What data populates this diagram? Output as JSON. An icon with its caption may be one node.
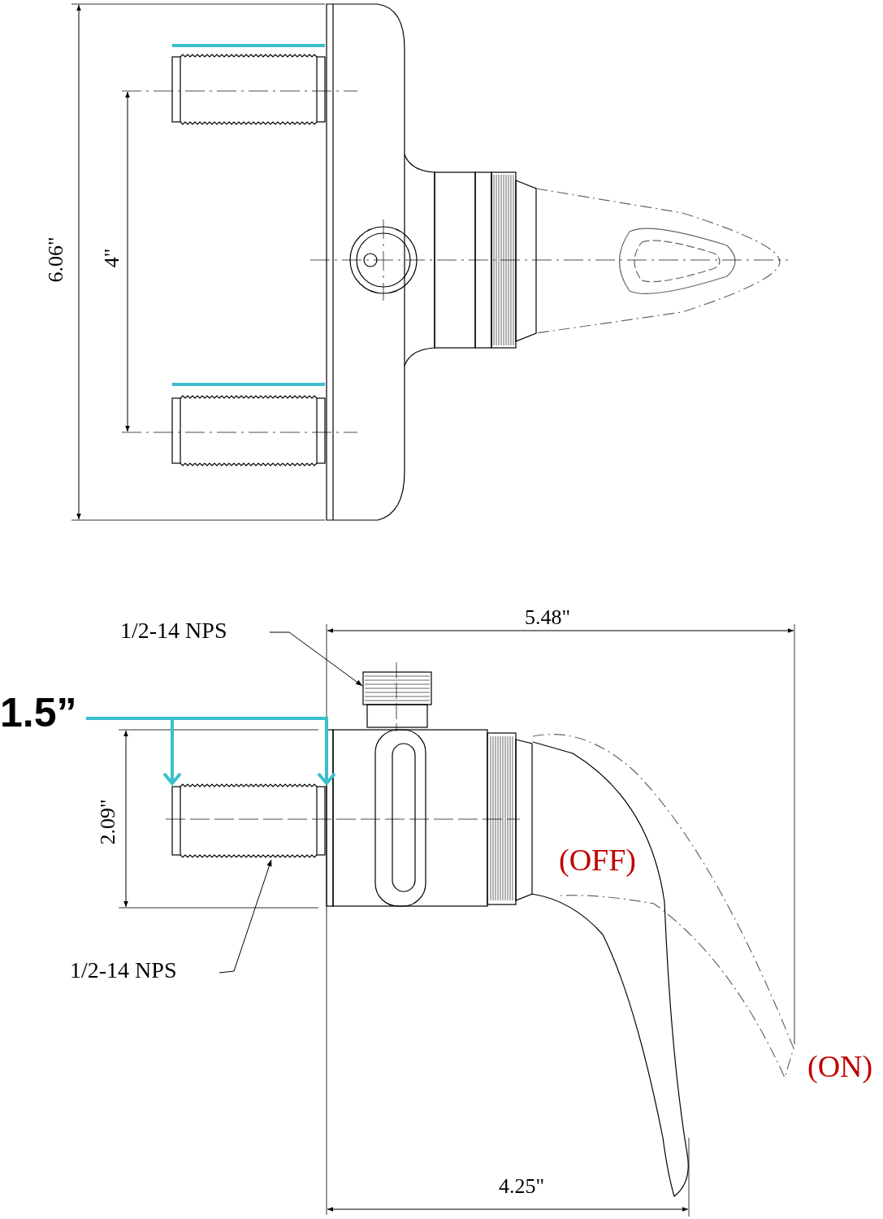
{
  "diagram": {
    "nodes": [
      {
        "text": [
          "1/2-14 NPS"
        ]
      },
      {
        "text": [],
        "shape": "picture"
      },
      {
        "text": [
          "1/2-14 NPS"
        ]
      },
      {
        "text": [],
        "shape": "picture"
      }
    ],
    "edges": [
      {
        "from": 0,
        "to": 1,
        "arrow": "to"
      },
      {
        "from": 2,
        "to": 3,
        "arrow": "to"
      }
    ],
    "labels": [
      "6.06\"",
      "4\"",
      "5.48\"",
      "2.09\"",
      "1.5”",
      "(ON)",
      "(OFF)",
      "4.25\""
    ]
  }
}
